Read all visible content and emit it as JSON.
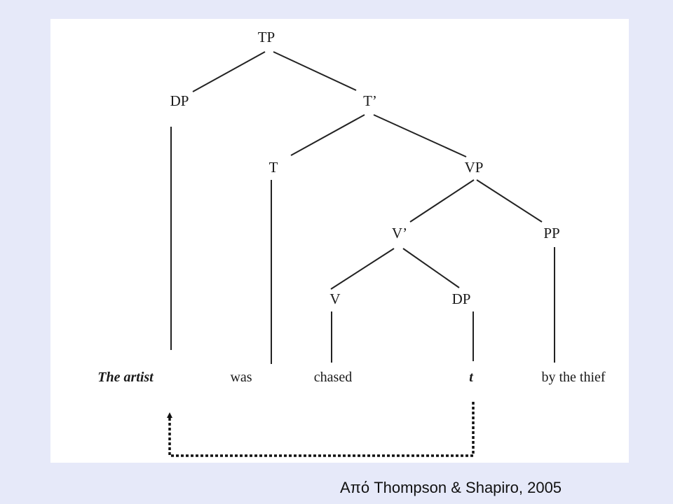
{
  "tree": {
    "nodes": {
      "tp": "TP",
      "dp_subject": "DP",
      "t_bar": "T’",
      "t": "T",
      "vp": "VP",
      "v_bar": "V’",
      "pp": "PP",
      "v": "V",
      "dp_object": "DP"
    },
    "words": {
      "subject": "The artist",
      "aux": "was",
      "verb": "chased",
      "trace": "t",
      "by_phrase": "by the thief"
    }
  },
  "caption": "Από Thompson & Shapiro, 2005"
}
